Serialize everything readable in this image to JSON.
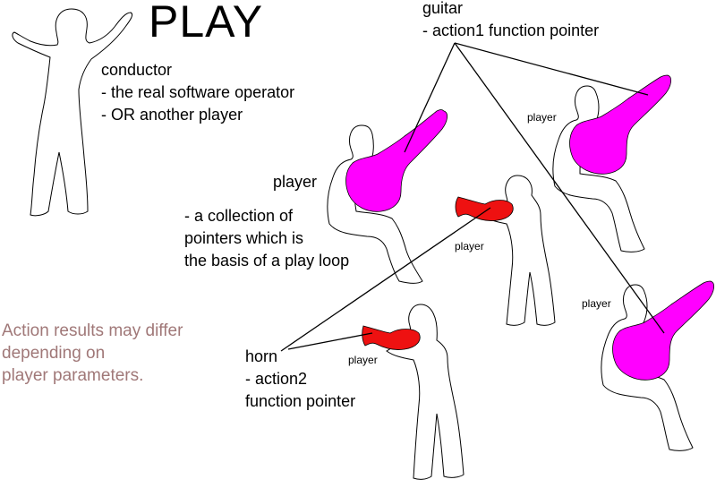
{
  "title": "PLAY",
  "conductor": {
    "heading": "conductor",
    "lines": [
      "- the real software operator",
      "- OR another player"
    ]
  },
  "guitar": {
    "heading": "guitar",
    "lines": [
      "- action1 function pointer"
    ]
  },
  "player_desc": {
    "heading": "player",
    "lines": [
      "- a collection of",
      "pointers which is",
      "the basis of a play loop"
    ]
  },
  "horn": {
    "heading": "horn",
    "lines": [
      "- action2",
      "function pointer"
    ]
  },
  "note": {
    "lines": [
      "Action results may differ",
      "depending on",
      "player parameters."
    ],
    "color": "#a07878"
  },
  "player_tag": "player",
  "colors": {
    "guitar": "#ff00ff",
    "horn": "#ee1111",
    "outline": "#000000"
  }
}
